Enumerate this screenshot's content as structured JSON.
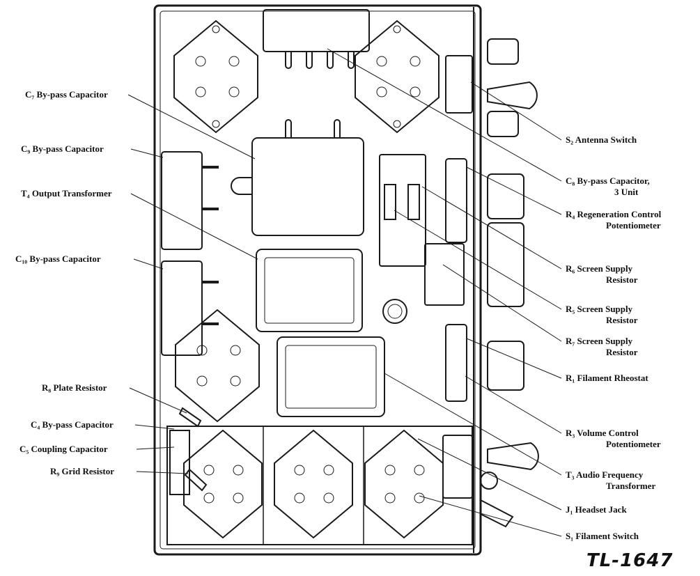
{
  "figure_id": "TL-1647",
  "labels_left": [
    {
      "key": "c7",
      "text": "C₇ By-pass Capacitor"
    },
    {
      "key": "c9",
      "text": "C₉ By-pass Capacitor"
    },
    {
      "key": "t4",
      "text": "T₄ Output Transformer"
    },
    {
      "key": "c10",
      "text": "C₁₀ By-pass Capacitor"
    },
    {
      "key": "r8",
      "text": "R₈ Plate Resistor"
    },
    {
      "key": "c4",
      "text": "C₄ By-pass Capacitor"
    },
    {
      "key": "c5",
      "text": "C₅ Coupling Capacitor"
    },
    {
      "key": "r9",
      "text": "R₉ Grid Resistor"
    }
  ],
  "labels_right": [
    {
      "key": "s2",
      "line1": "S₂ Antenna Switch",
      "line2": ""
    },
    {
      "key": "c8",
      "line1": "C₈ By-pass Capacitor,",
      "line2": "3 Unit"
    },
    {
      "key": "r4",
      "line1": "R₄ Regeneration Control",
      "line2": "Potentiometer"
    },
    {
      "key": "r6",
      "line1": "R₆ Screen Supply",
      "line2": "Resistor"
    },
    {
      "key": "r5",
      "line1": "R₅ Screen Supply",
      "line2": "Resistor"
    },
    {
      "key": "r7",
      "line1": "R₇ Screen Supply",
      "line2": "Resistor"
    },
    {
      "key": "r1",
      "line1": "R₁ Filament Rheostat",
      "line2": ""
    },
    {
      "key": "r3",
      "line1": "R₃ Volume Control",
      "line2": "Potentiometer"
    },
    {
      "key": "t3",
      "line1": "T₃ Audio Frequency",
      "line2": "Transformer"
    },
    {
      "key": "j1",
      "line1": "J₁ Headset Jack",
      "line2": ""
    },
    {
      "key": "s1",
      "line1": "S₁ Filament Switch",
      "line2": ""
    }
  ]
}
